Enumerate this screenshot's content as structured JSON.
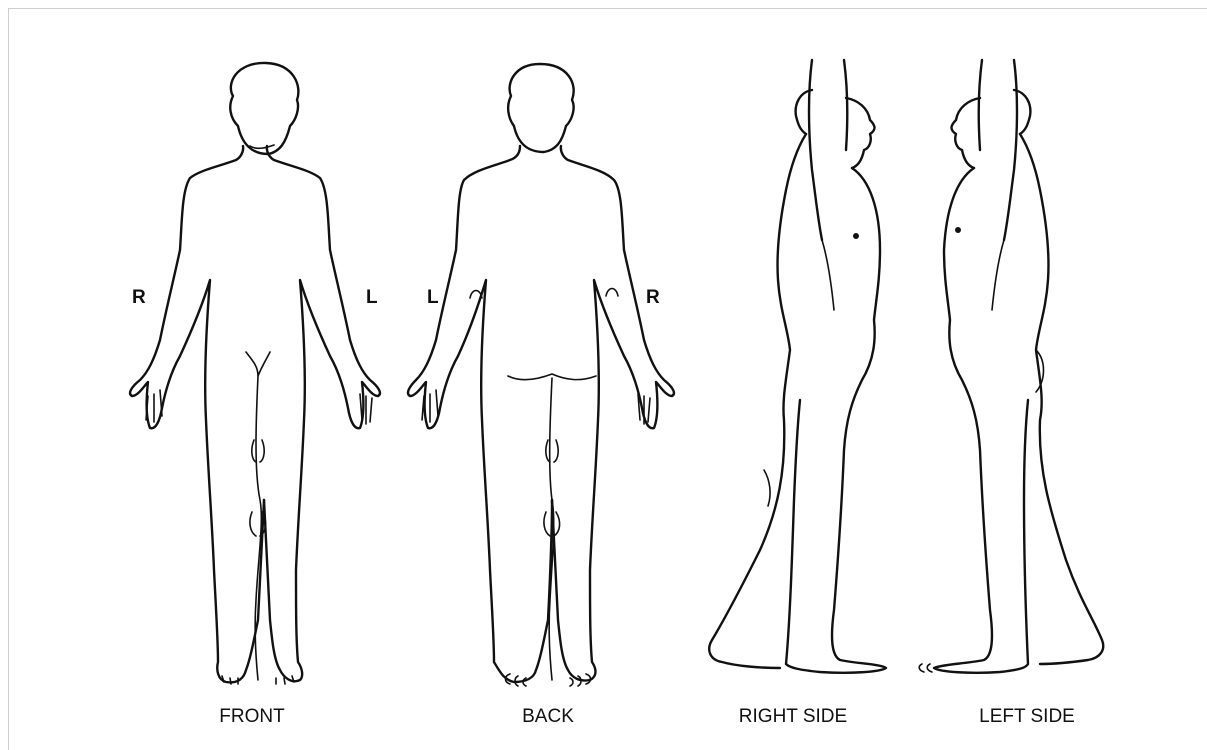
{
  "header_text": "",
  "front": {
    "label": "FRONT",
    "right_marker": "R",
    "left_marker": "L"
  },
  "back": {
    "label": "BACK",
    "left_marker": "L",
    "right_marker": "R"
  },
  "right_side": {
    "label": "RIGHT SIDE"
  },
  "left_side": {
    "label": "LEFT SIDE"
  }
}
